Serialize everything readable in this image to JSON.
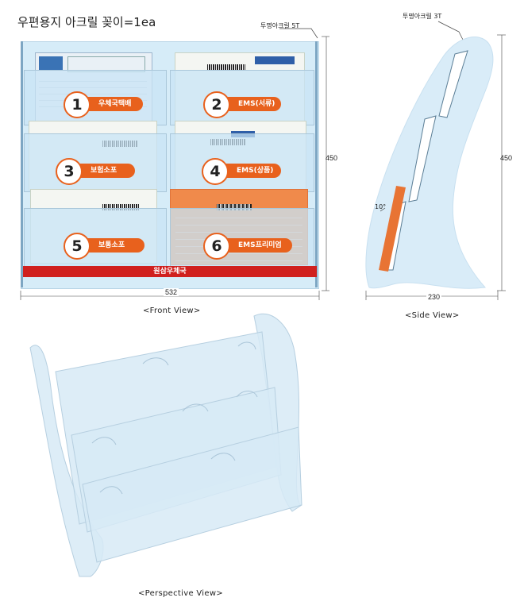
{
  "title": "우편용지 아크릴 꽂이=1ea",
  "front_view": {
    "caption": "<Front View>",
    "thickness_label": "투명아크릴 5T",
    "width_label": "532",
    "height_label": "450",
    "slots": [
      {
        "number": "1",
        "label": "우체국택배"
      },
      {
        "number": "2",
        "label": "EMS(서류)"
      },
      {
        "number": "3",
        "label": "보험소포"
      },
      {
        "number": "4",
        "label": "EMS(상품)"
      },
      {
        "number": "5",
        "label": "보통소포"
      },
      {
        "number": "6",
        "label": "EMS프리미엄"
      }
    ],
    "bottom_banner": "원삼우체국"
  },
  "side_view": {
    "caption": "<Side View>",
    "thickness_label": "투명아크릴 3T",
    "width_label": "230",
    "height_label": "450",
    "angle_label": "10°"
  },
  "perspective_view": {
    "caption": "<Perspective View>"
  },
  "colors": {
    "acrylic": "#d6ecf8",
    "tag_orange": "#e8611d",
    "banner_red": "#d0201e",
    "dimension_line": "#444444"
  }
}
